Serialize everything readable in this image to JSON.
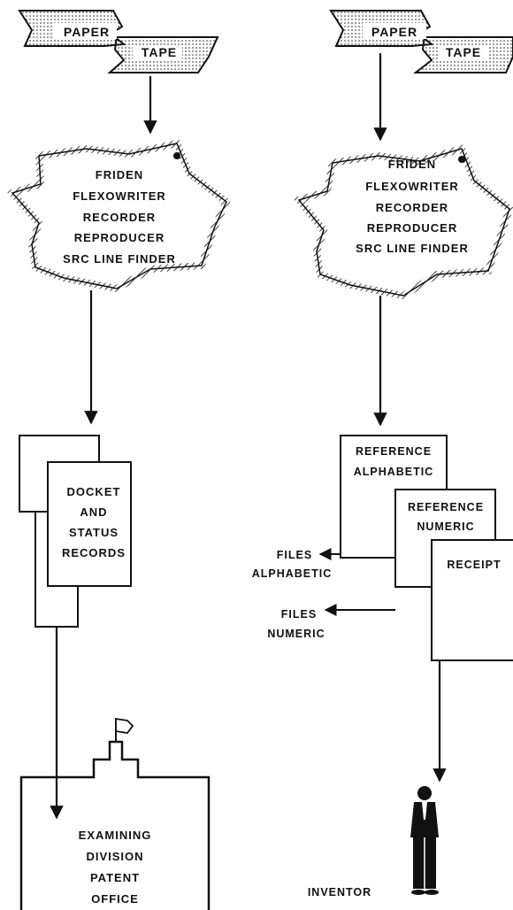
{
  "left_flow": {
    "tape": {
      "top": "PAPER",
      "bottom": "TAPE"
    },
    "machine": [
      "FRIDEN",
      "FLEXOWRITER",
      "RECORDER",
      "REPRODUCER",
      "SRC LINE FINDER"
    ],
    "records": [
      "DOCKET",
      "AND",
      "STATUS",
      "RECORDS"
    ],
    "office": [
      "EXAMINING",
      "DIVISION",
      "PATENT",
      "OFFICE"
    ]
  },
  "right_flow": {
    "tape": {
      "top": "PAPER",
      "bottom": "TAPE"
    },
    "machine": [
      "FRIDEN",
      "FLEXOWRITER",
      "RECORDER",
      "REPRODUCER",
      "SRC LINE FINDER"
    ],
    "card_alpha": [
      "REFERENCE",
      "ALPHABETIC"
    ],
    "card_numeric": [
      "REFERENCE",
      "NUMERIC"
    ],
    "card_receipt": "RECEIPT",
    "files_alpha": [
      "FILES",
      "ALPHABETIC"
    ],
    "files_numeric": [
      "FILES",
      "NUMERIC"
    ],
    "inventor": "INVENTOR"
  }
}
